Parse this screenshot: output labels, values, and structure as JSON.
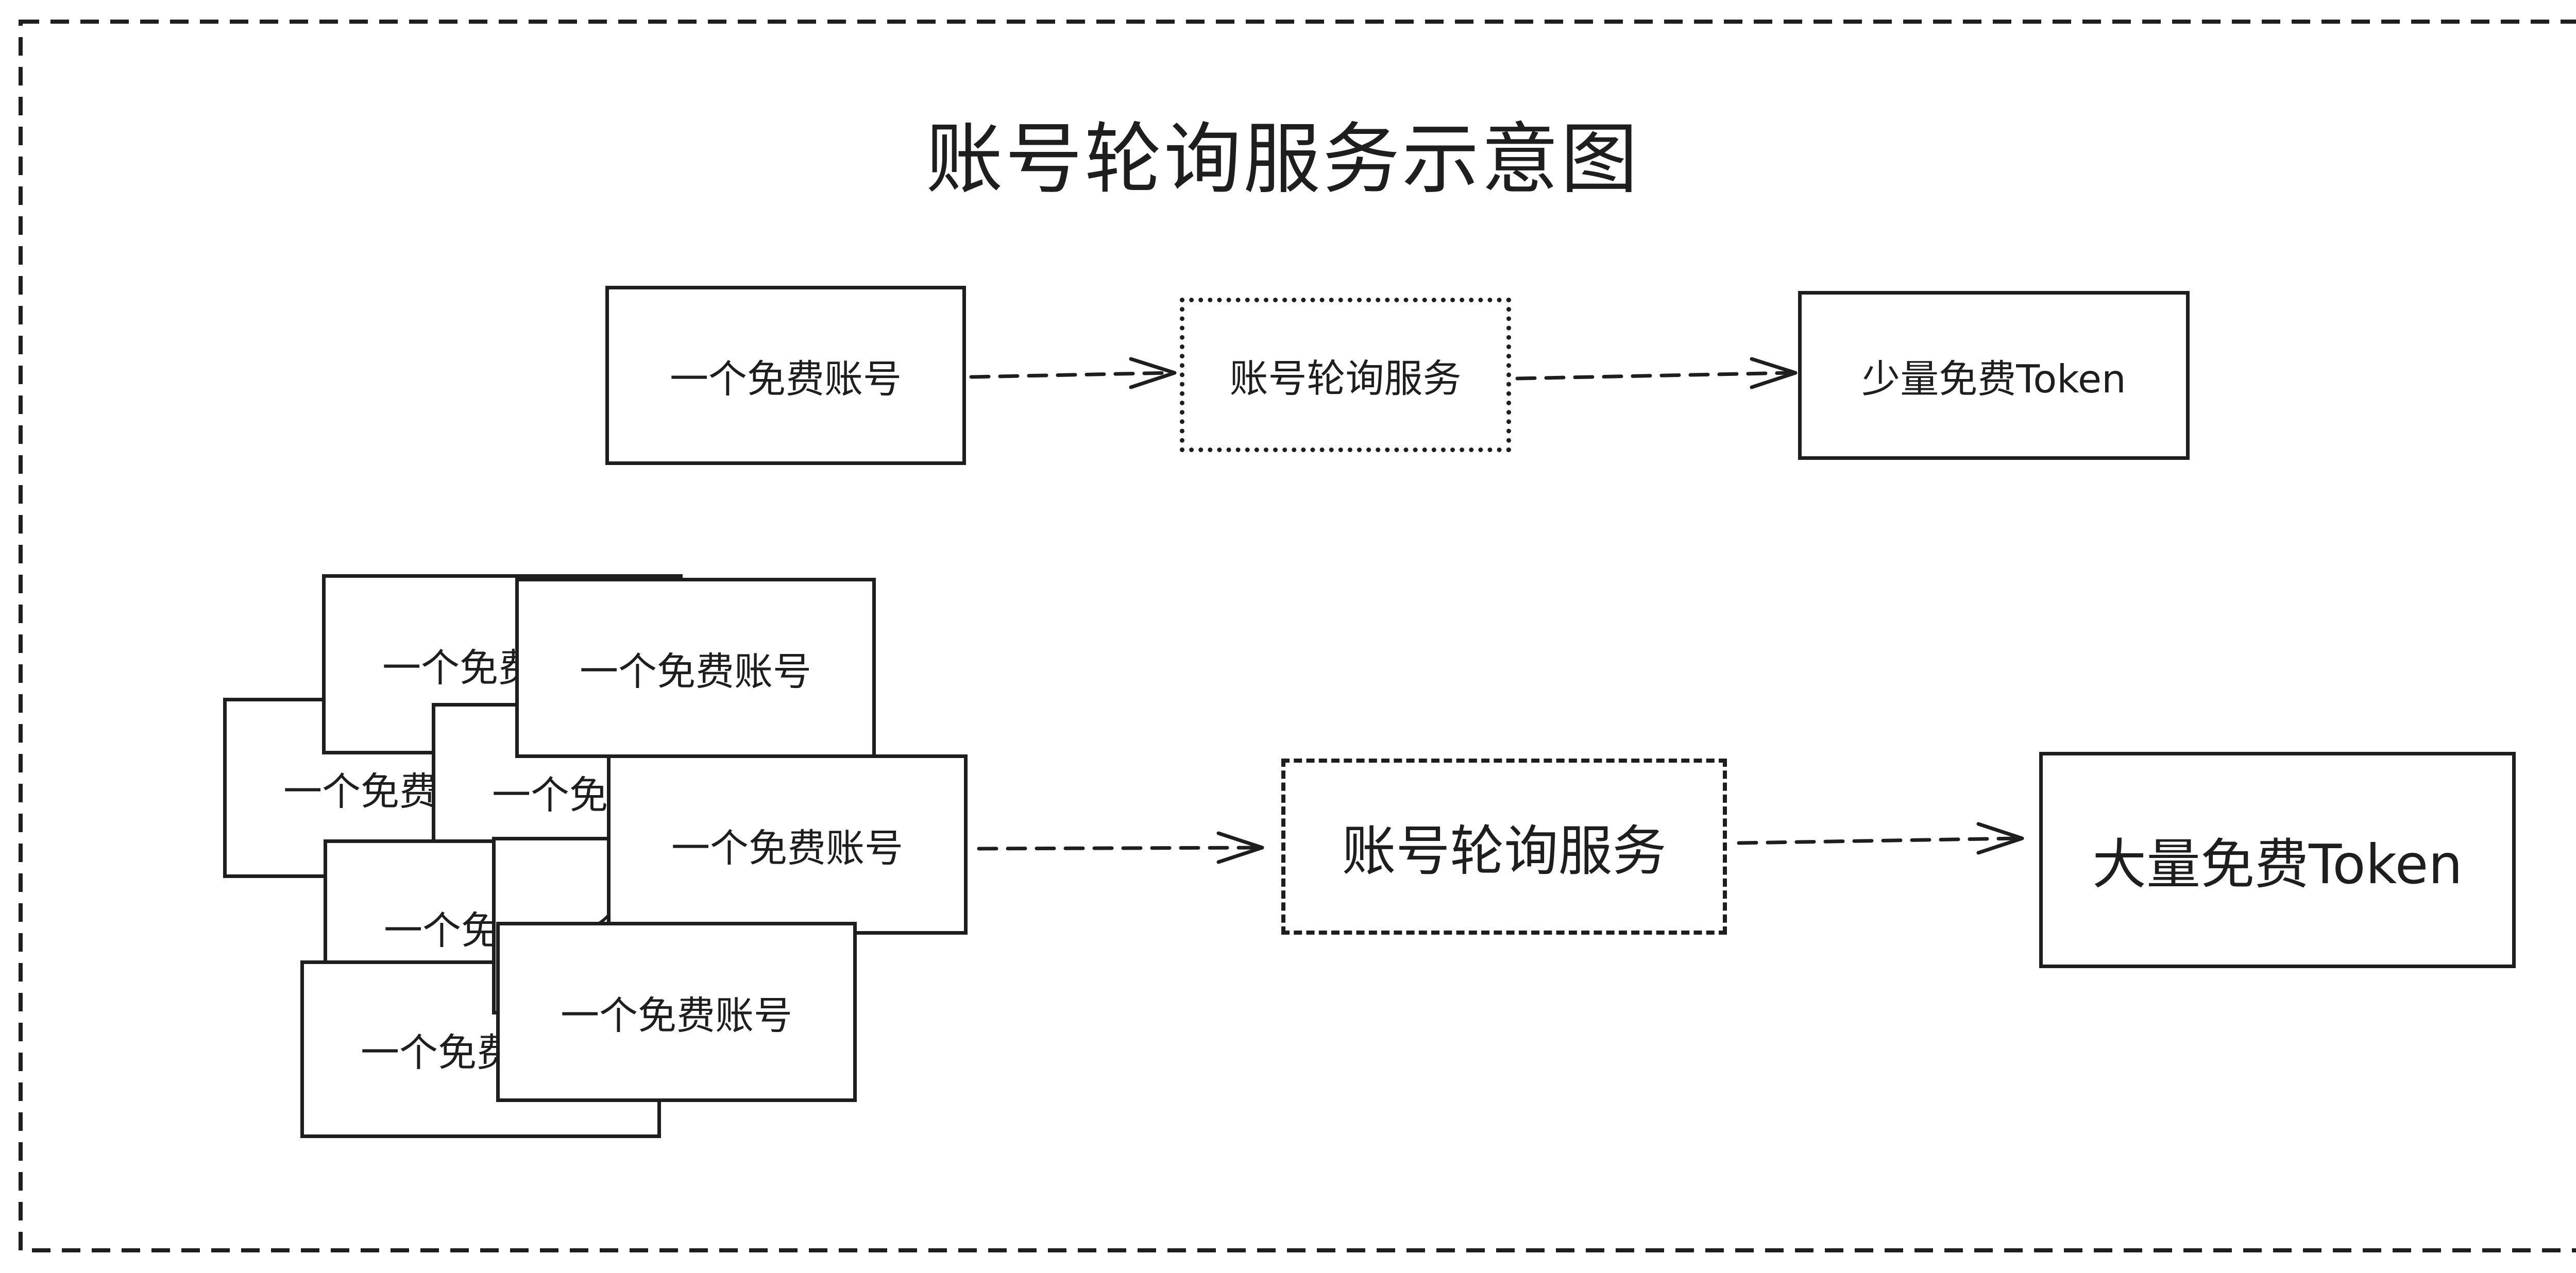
{
  "title": "账号轮询服务示意图",
  "top_row": {
    "source": "一个免费账号",
    "service": "账号轮询服务",
    "result": "少量免费Token"
  },
  "bottom_row": {
    "accounts": [
      "一个免费账号",
      "一个免费账号",
      "一个免费账号",
      "一个免费账号",
      "一个免费账号",
      "一个免费账号",
      "一个免费账号",
      "一个免费账号",
      "一个免费账号"
    ],
    "service": "账号轮询服务",
    "result": "大量免费Token"
  }
}
